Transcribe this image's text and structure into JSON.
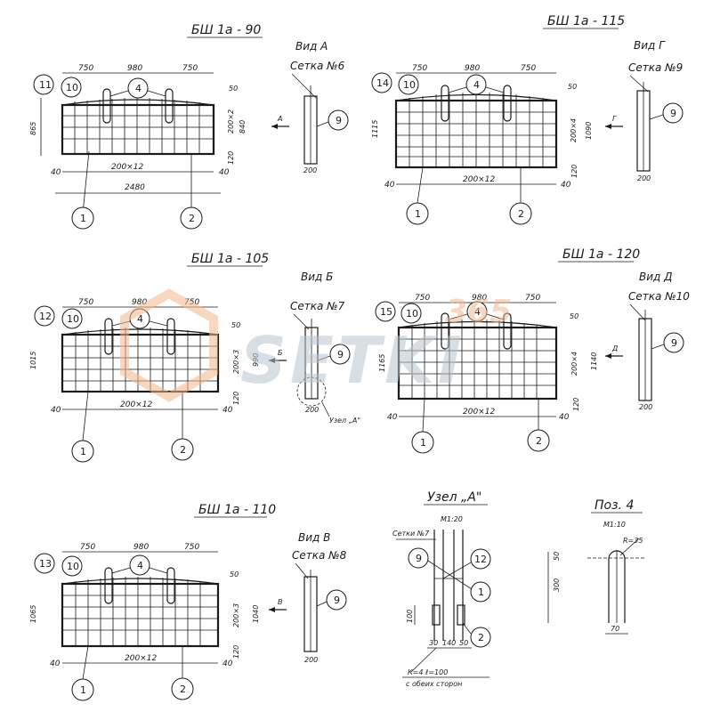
{
  "panels": {
    "p1": {
      "title": "БШ 1а - 90",
      "view_title": "Вид А",
      "mesh_label": "Сетка №6",
      "dims_top": [
        "750",
        "980",
        "750"
      ],
      "height_total": "865",
      "height_inner": "840",
      "pitch_v": "200×2",
      "pitch_h": "200×12",
      "overall_length": "2480",
      "edge_left": "40",
      "edge_right": "40",
      "top_offset": "50",
      "bottom_offset": "120",
      "callouts_left": [
        "11",
        "10"
      ],
      "callout_loop": "4",
      "callout_view": "9",
      "callouts_bottom": [
        "1",
        "2"
      ],
      "arrow_letter": "А",
      "side_width": "200"
    },
    "p2": {
      "title": "БШ 1а - 115",
      "view_title": "Вид Г",
      "mesh_label": "Сетка №9",
      "dims_top": [
        "750",
        "980",
        "750"
      ],
      "height_total": "1115",
      "height_inner": "1090",
      "pitch_v": "200×4",
      "pitch_h": "200×12",
      "edge_left": "40",
      "edge_right": "40",
      "top_offset": "50",
      "bottom_offset": "120",
      "callouts_left": [
        "14",
        "10"
      ],
      "callout_loop": "4",
      "callout_view": "9",
      "callouts_bottom": [
        "1",
        "2"
      ],
      "arrow_letter": "Г",
      "side_width": "200"
    },
    "p3": {
      "title": "БШ 1а - 105",
      "view_title": "Вид Б",
      "mesh_label": "Сетка №7",
      "dims_top": [
        "750",
        "980",
        "750"
      ],
      "height_total": "1015",
      "height_inner": "990",
      "pitch_v": "200×3",
      "pitch_h": "200×12",
      "edge_left": "40",
      "edge_right": "40",
      "top_offset": "50",
      "bottom_offset": "120",
      "callouts_left": [
        "12",
        "10"
      ],
      "callout_loop": "4",
      "callout_view": "9",
      "callouts_bottom": [
        "1",
        "2"
      ],
      "arrow_letter": "Б",
      "side_width": "200",
      "node_label": "Узел „А\""
    },
    "p4": {
      "title": "БШ 1а - 120",
      "view_title": "Вид Д",
      "mesh_label": "Сетка №10",
      "dims_top": [
        "750",
        "980",
        "750"
      ],
      "height_total": "1165",
      "height_inner": "1140",
      "pitch_v": "200×4",
      "pitch_h": "200×12",
      "edge_left": "40",
      "edge_right": "40",
      "top_offset": "50",
      "bottom_offset": "120",
      "callouts_left": [
        "15",
        "10"
      ],
      "callout_loop": "4",
      "callout_view": "9",
      "callouts_bottom": [
        "1",
        "2"
      ],
      "arrow_letter": "Д",
      "side_width": "200"
    },
    "p5": {
      "title": "БШ 1а - 110",
      "view_title": "Вид В",
      "mesh_label": "Сетка №8",
      "dims_top": [
        "750",
        "980",
        "750"
      ],
      "height_total": "1065",
      "height_inner": "1040",
      "pitch_v": "200×3",
      "pitch_h": "200×12",
      "edge_left": "40",
      "edge_right": "40",
      "top_offset": "50",
      "bottom_offset": "120",
      "callouts_left": [
        "13",
        "10"
      ],
      "callout_loop": "4",
      "callout_view": "9",
      "callouts_bottom": [
        "1",
        "2"
      ],
      "arrow_letter": "В",
      "side_width": "200"
    }
  },
  "node_detail": {
    "title": "Узел „А\"",
    "scale": "М1:20",
    "mesh_label": "Сетки №7",
    "callouts": [
      "9",
      "12",
      "1",
      "2"
    ],
    "dim_height": "100",
    "dims_bottom": [
      "30",
      "140",
      "50"
    ],
    "weld_note": "К=4   ℓ=100",
    "weld_sides": "с обеих сторон"
  },
  "pos4_detail": {
    "title": "Поз. 4",
    "scale": "М1:10",
    "radius": "R=35",
    "height": "300",
    "top_dim": "50",
    "width": "70"
  },
  "watermark": {
    "text": "SETKI",
    "number": "365"
  }
}
